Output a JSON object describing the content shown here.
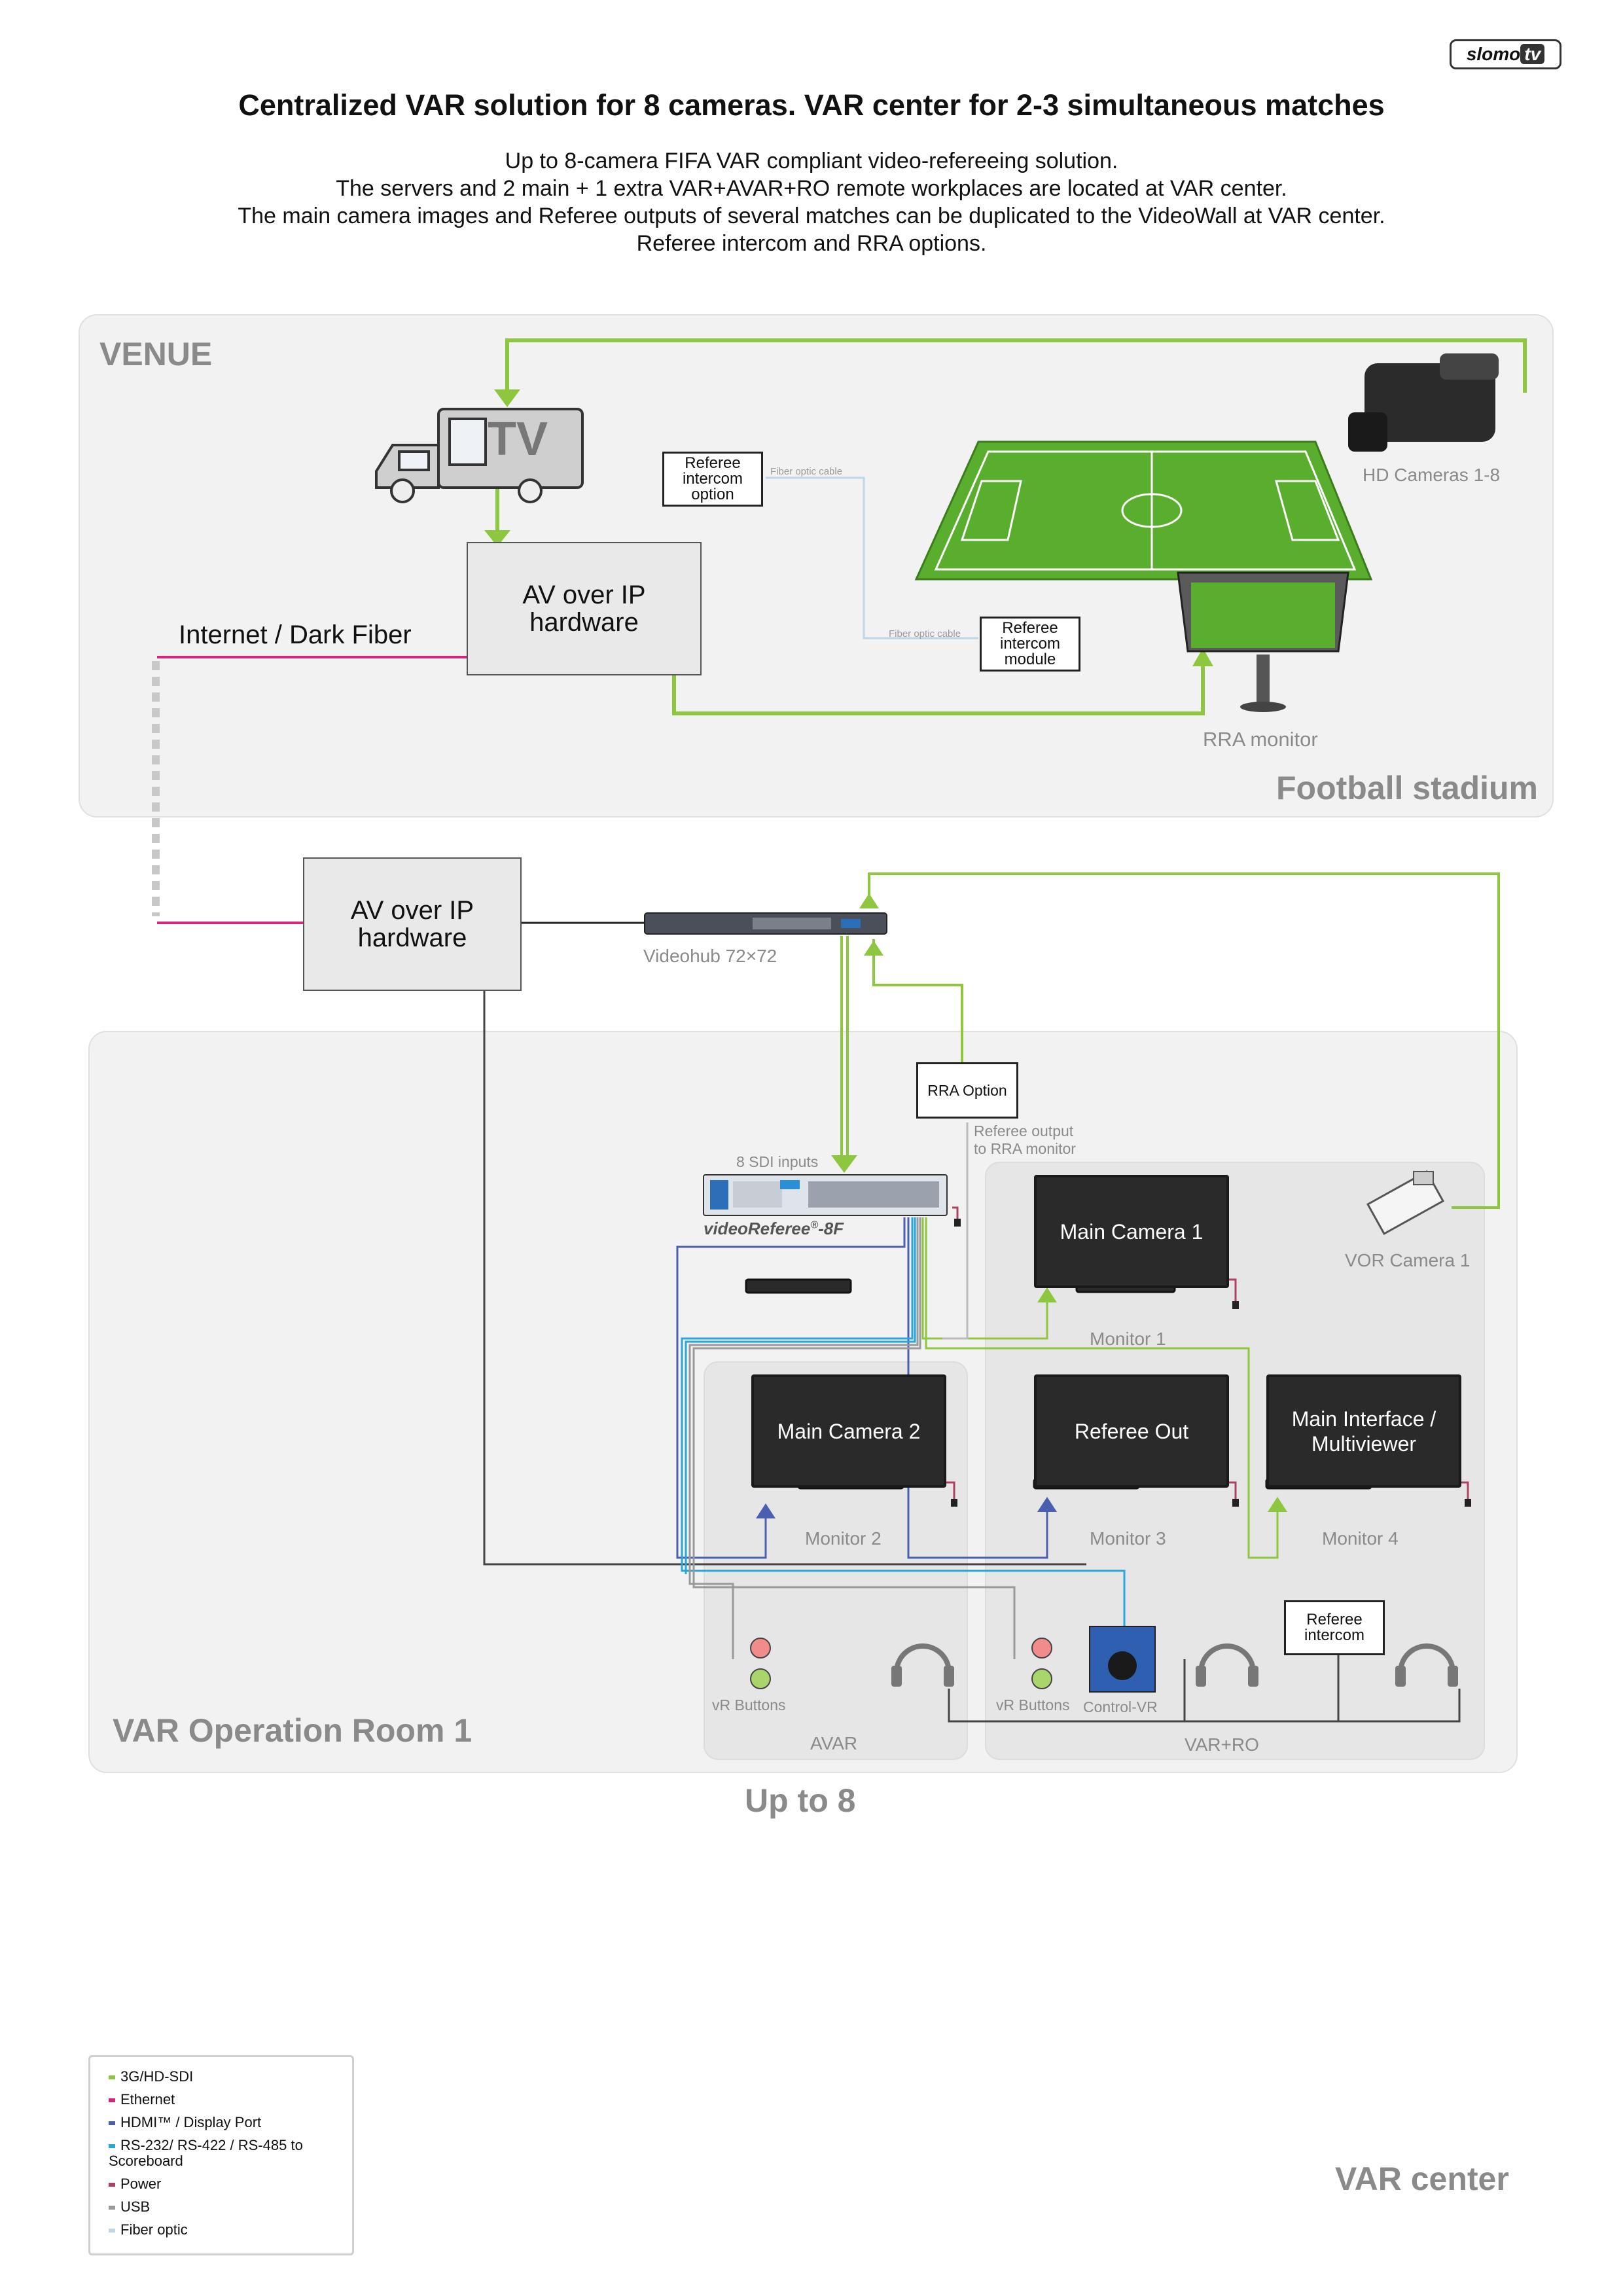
{
  "header": {
    "logo_left": "slomo",
    "logo_right": "tv",
    "title": "Centralized VAR solution for 8 cameras. VAR center for 2-3 simultaneous matches",
    "intro_lines": [
      "Up to 8-camera FIFA VAR compliant video-refereeing solution.",
      "The servers and 2 main + 1 extra VAR+AVAR+RO remote workplaces are located at VAR center.",
      "The main camera images and Referee outputs of several matches can be duplicated to the VideoWall at VAR center.",
      "Referee intercom and RRA options."
    ]
  },
  "venue": {
    "title": "VENUE",
    "footer": "Football stadium",
    "hd_cameras": "HD Cameras 1-8",
    "tv_truck": "TV",
    "referee_intercom_option": [
      "Referee",
      "intercom",
      "option"
    ],
    "fiber_cable_1": "Fiber optic cable",
    "fiber_cable_2": "Fiber optic cable",
    "av_over_ip": [
      "AV over IP",
      "hardware"
    ],
    "internet_dark_fiber": "Internet / Dark Fiber",
    "referee_intercom_module": [
      "Referee",
      "intercom",
      "module"
    ],
    "rra_monitor": "RRA monitor"
  },
  "center": {
    "av_over_ip": [
      "AV over IP",
      "hardware"
    ],
    "videohub": "Videohub 72×72",
    "rra_option": "RRA Option",
    "referee_output": [
      "Referee output",
      "to RRA monitor"
    ],
    "sdi_inputs": "8 SDI inputs",
    "server_name": "videoReferee",
    "server_suffix": "-8F",
    "server_reg": "®",
    "var_room": "VAR Operation Room 1",
    "up_to": "Up to 8",
    "var_center": "VAR center"
  },
  "monitors": {
    "main_camera_1": "Main Camera 1",
    "monitor_1": "Monitor 1",
    "vor_camera": "VOR Camera 1",
    "main_camera_2": "Main Camera 2",
    "monitor_2": "Monitor 2",
    "referee_out": "Referee Out",
    "monitor_3": "Monitor 3",
    "main_interface": [
      "Main Interface /",
      "Multiviewer"
    ],
    "monitor_4": "Monitor 4"
  },
  "workplaces": {
    "referee_intercom": [
      "Referee",
      "intercom"
    ],
    "vr_buttons_1": "vR Buttons",
    "vr_buttons_2": "vR Buttons",
    "control_vr": "Control-VR",
    "avar": "AVAR",
    "var_ro": "VAR+RO"
  },
  "legend": {
    "items": [
      {
        "label": "3G/HD-SDI",
        "color": "#8dc63f"
      },
      {
        "label": "Ethernet",
        "color": "#d6247a"
      },
      {
        "label": "HDMI™ / Display Port",
        "color": "#4a5fb0"
      },
      {
        "label": "RS-232/ RS-422 / RS-485 to",
        "color": "#29a8d8"
      },
      {
        "label": "Scoreboard",
        "color": null
      },
      {
        "label": "Power",
        "color": "#b04060"
      },
      {
        "label": "USB",
        "color": "#999999"
      },
      {
        "label": "Fiber optic",
        "color": "#bcd6ea"
      }
    ]
  },
  "colors": {
    "sdi": "#8dc63f",
    "ethernet": "#d6247a",
    "hdmi": "#4a5fb0",
    "serial": "#29a8d8",
    "power": "#b04060",
    "usb": "#999999",
    "fiber": "#bcd6ea"
  }
}
